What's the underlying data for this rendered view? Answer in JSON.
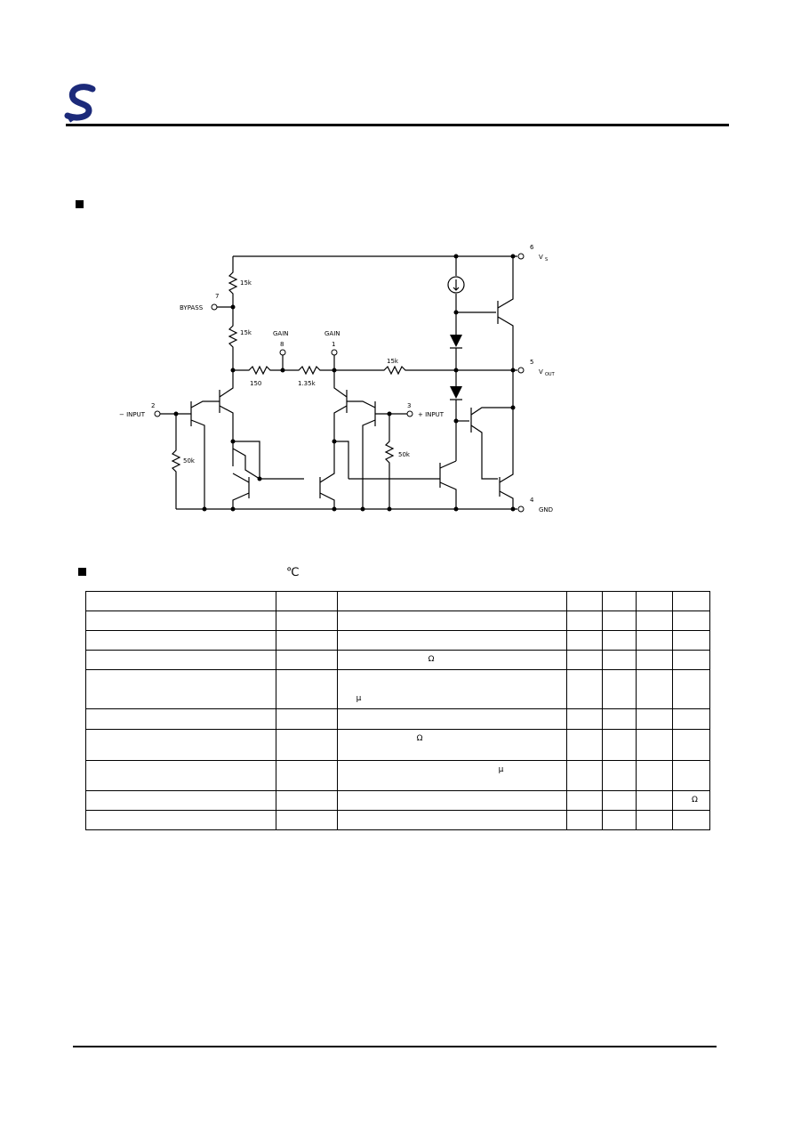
{
  "header": {
    "logo_letter": "S"
  },
  "section_2": {
    "unit_glyph": "℃"
  },
  "schematic": {
    "pins": [
      {
        "number": "6",
        "label": "V",
        "sub": "S"
      },
      {
        "number": "7",
        "label": "BYPASS"
      },
      {
        "number": "8",
        "label": "GAIN"
      },
      {
        "number": "1",
        "label": "GAIN"
      },
      {
        "number": "5",
        "label": "V",
        "sub": "OUT"
      },
      {
        "number": "2",
        "label": "− INPUT"
      },
      {
        "number": "3",
        "label": "+ INPUT"
      },
      {
        "number": "4",
        "label": "GND"
      }
    ],
    "resistors": {
      "r_top": "15k",
      "r_mid": "15k",
      "r_150": "150",
      "r_135": "1.35k",
      "r_fb": "15k",
      "r_in_left": "50k",
      "r_in_right": "50k"
    }
  },
  "table": {
    "row_glyphs": {
      "r3_cond": "Ω",
      "r4_cond": "μ",
      "r6_cond": "Ω",
      "r7_cond": "μ",
      "r8_unit": "Ω"
    }
  }
}
